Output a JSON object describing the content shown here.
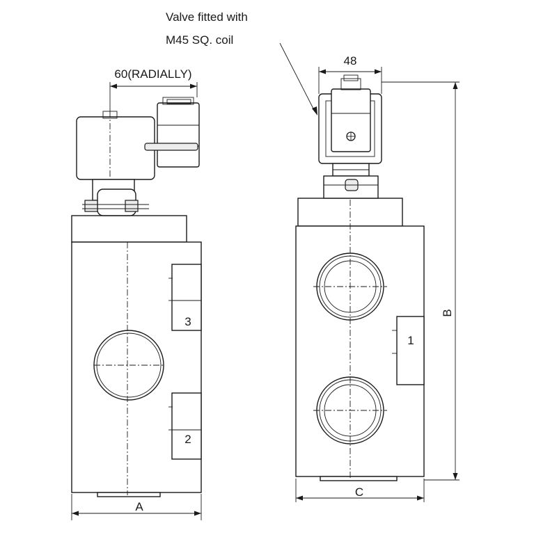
{
  "callout": {
    "line1": "Valve fitted with",
    "line2": "M45 SQ. coil"
  },
  "dimensions": {
    "radial": "60(RADIALLY)",
    "coil_width": "48",
    "left_width": "A",
    "height": "B",
    "right_width": "C"
  },
  "ports": {
    "port_3": "3",
    "port_2": "2",
    "port_1": "1"
  }
}
